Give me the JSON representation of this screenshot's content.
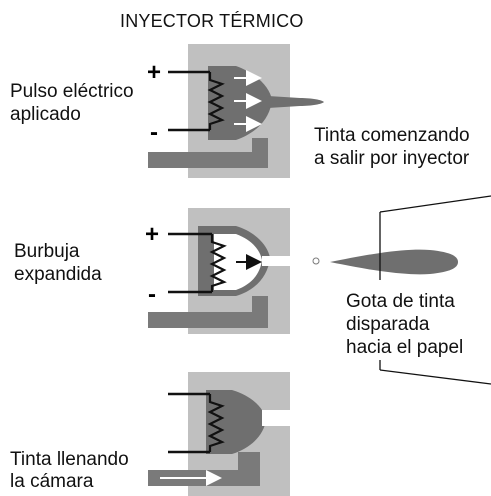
{
  "title": "INYECTOR TÉRMICO",
  "labels": {
    "pulse_line1": "Pulso eléctrico",
    "pulse_line2": "aplicado",
    "ink_start_line1": "Tinta comenzando",
    "ink_start_line2": "a salir por inyector",
    "bubble_line1": "Burbuja",
    "bubble_line2": "expandida",
    "drop_line1": "Gota de tinta",
    "drop_line2": "disparada",
    "drop_line3": "hacia el papel",
    "fill_line1": "Tinta llenando",
    "fill_line2": "la cámara",
    "plus_1": "+",
    "minus_1": "-",
    "plus_2": "+",
    "minus_2": "-"
  },
  "colors": {
    "housing": "#c0c0c0",
    "dark": "#7a7a7a",
    "ink": "#6a6a6a",
    "line": "#111111",
    "bubble": "#ffffff"
  }
}
